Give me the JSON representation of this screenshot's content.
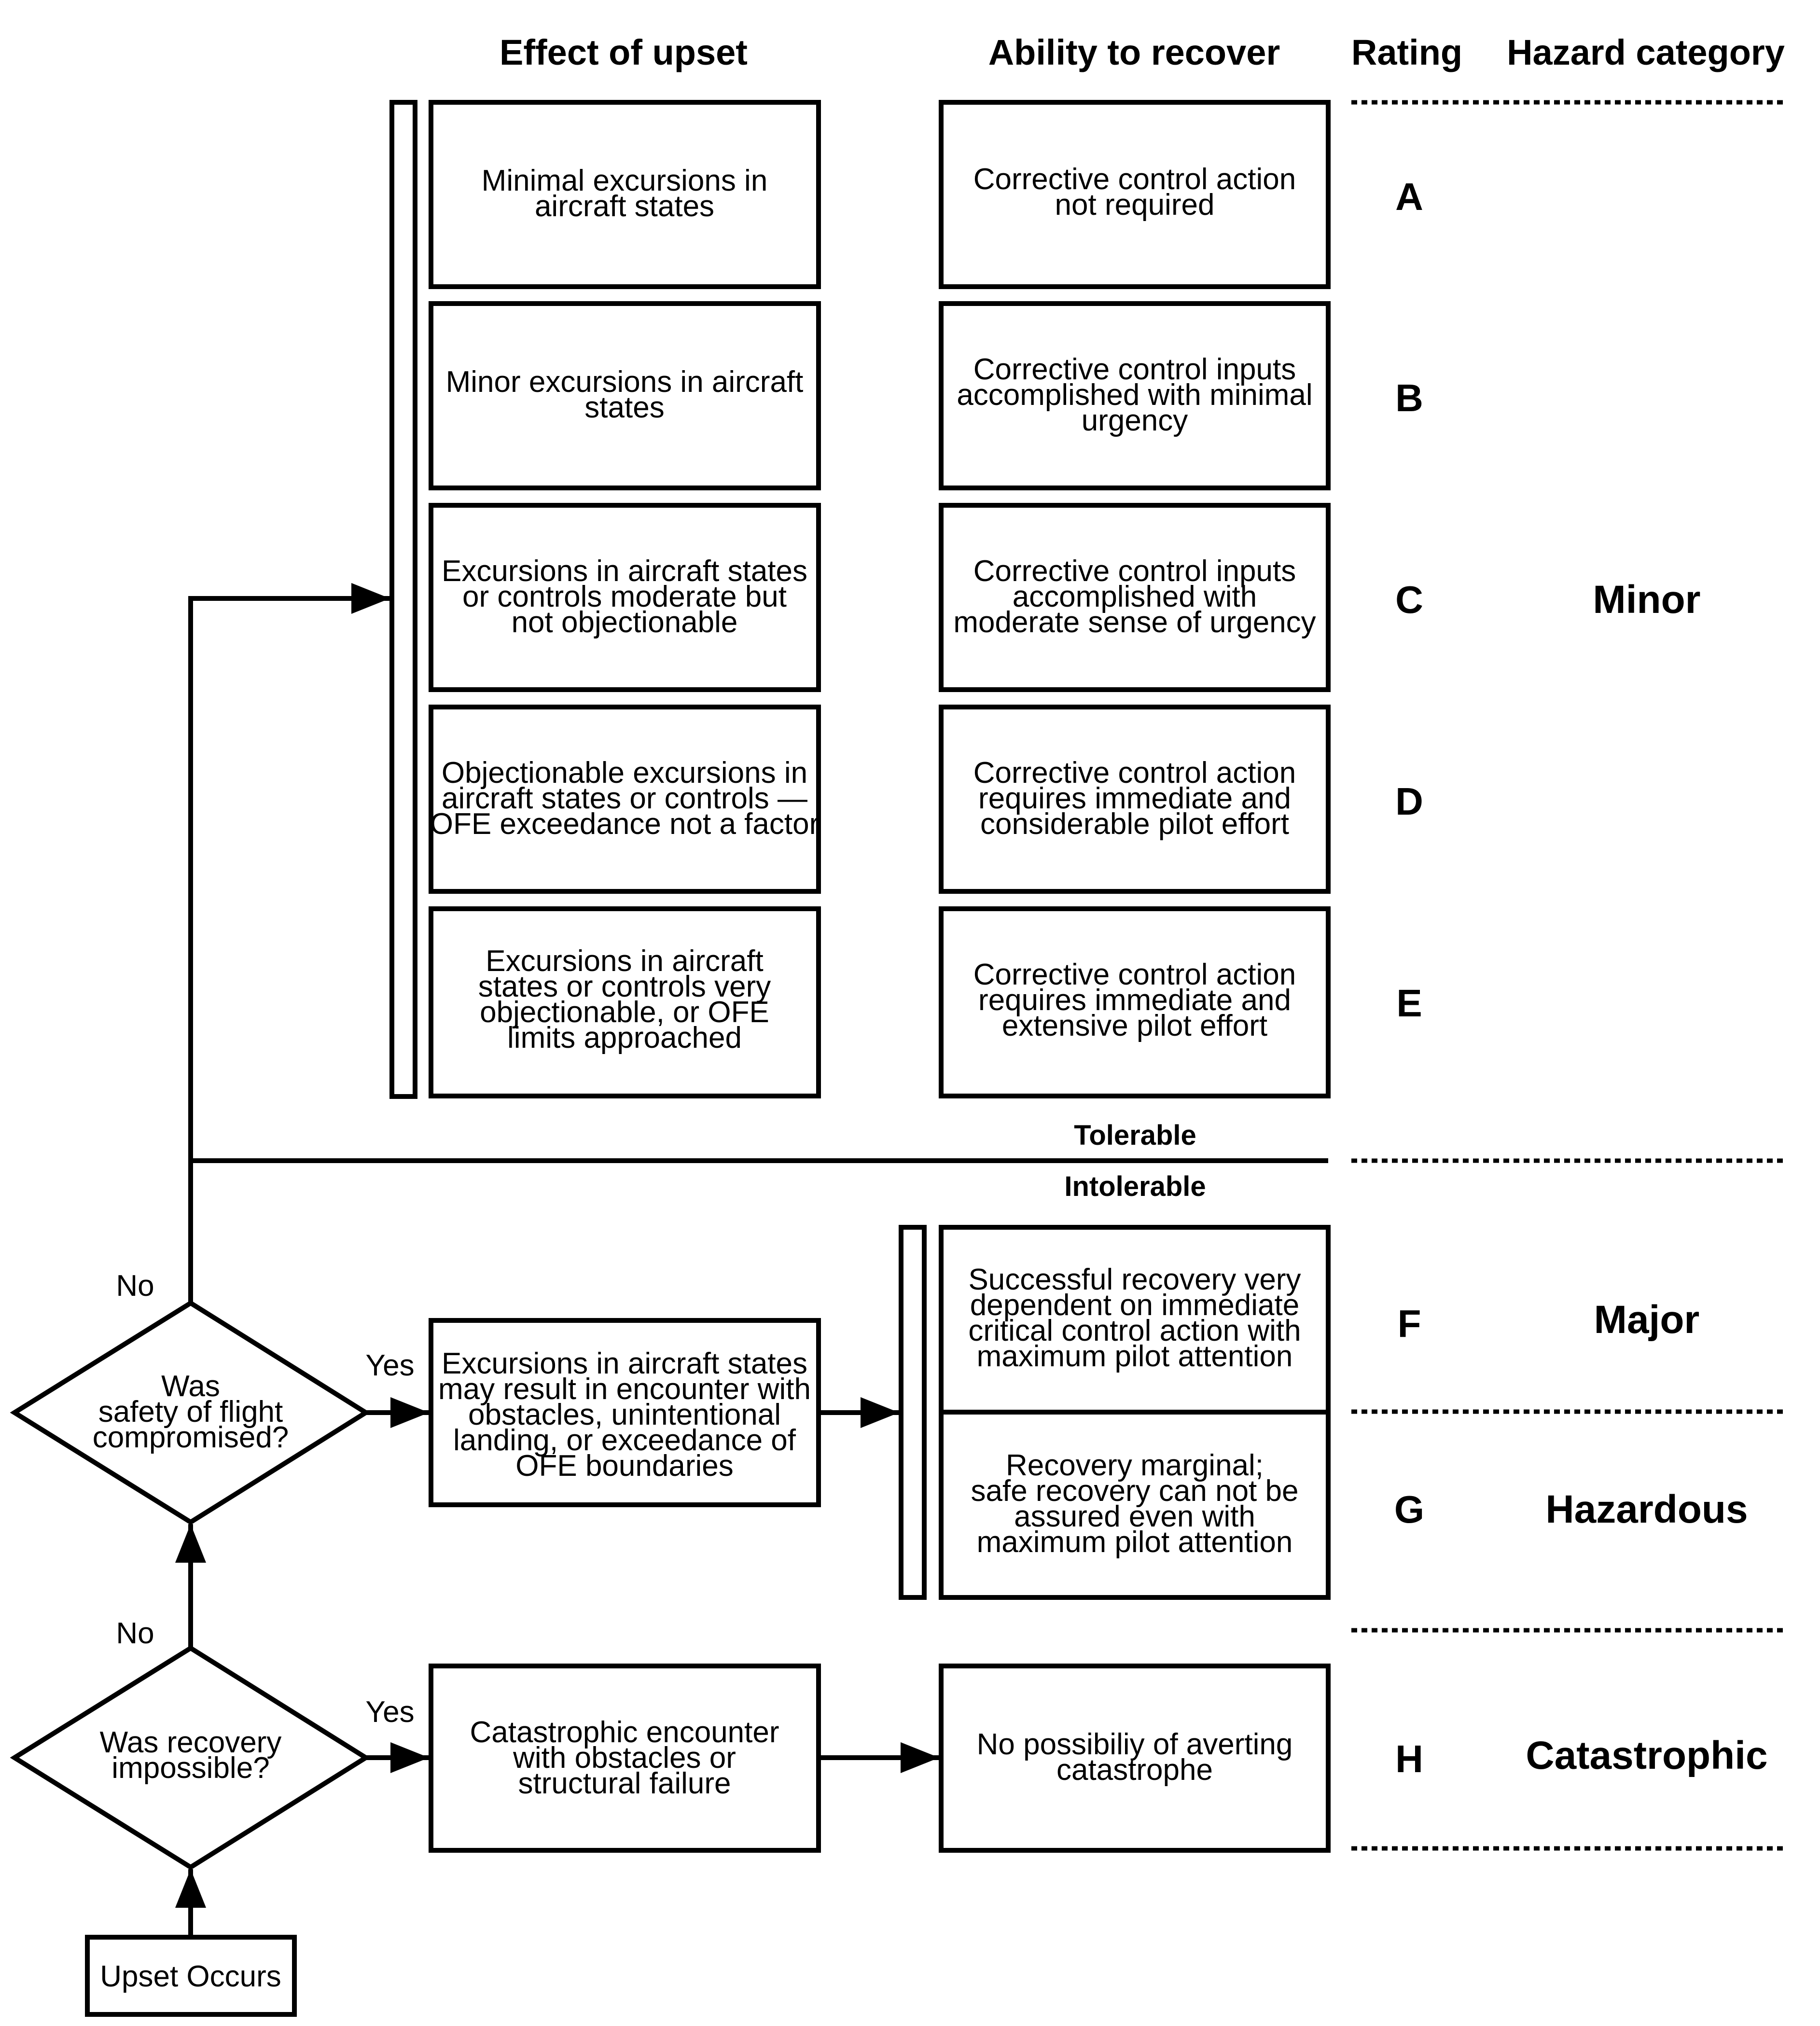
{
  "headers": {
    "effect": "Effect of upset",
    "recover": "Ability to recover",
    "rating": "Rating",
    "hazard": "Hazard category"
  },
  "effect_boxes": [
    [
      "Minimal excursions in",
      "aircraft states"
    ],
    [
      "Minor excursions in  aircraft",
      "states"
    ],
    [
      "Excursions in aircraft states",
      "or controls moderate but",
      "not objectionable"
    ],
    [
      "Objectionable excursions in",
      "aircraft states or controls —",
      "OFE exceedance not a factor"
    ],
    [
      "Excursions in aircraft",
      "states or controls very",
      "objectionable, or OFE",
      "limits approached"
    ]
  ],
  "recover_boxes": [
    [
      "Corrective control action",
      "not required"
    ],
    [
      "Corrective control inputs",
      "accomplished with minimal",
      "urgency"
    ],
    [
      "Corrective control inputs",
      "accomplished with",
      "moderate sense of urgency"
    ],
    [
      "Corrective control action",
      "requires immediate and",
      "considerable pilot effort"
    ],
    [
      "Corrective control action",
      "requires immediate and",
      "extensive pilot effort"
    ]
  ],
  "ratings": [
    "A",
    "B",
    "C",
    "D",
    "E",
    "F",
    "G",
    "H"
  ],
  "hazards": {
    "minor": "Minor",
    "major": "Major",
    "hazardous": "Hazardous",
    "catastrophic": "Catastrophic"
  },
  "divider": {
    "tolerable": "Tolerable",
    "intolerable": "Intolerable"
  },
  "safety_effect": [
    "Excursions in aircraft states",
    "may result in encounter with",
    "obstacles, unintentional",
    "landing, or exceedance of",
    "OFE boundaries"
  ],
  "recover_f": [
    "Successful recovery very",
    "dependent on immediate",
    "critical control action with",
    "maximum pilot attention"
  ],
  "recover_g": [
    "Recovery marginal;",
    "safe recovery can not be",
    "assured even with",
    "maximum pilot attention"
  ],
  "catastrophic_effect": [
    "Catastrophic encounter",
    "with obstacles or",
    "structural failure"
  ],
  "catastrophic_recover": [
    "No possibiliy of averting",
    "catastrophe"
  ],
  "decision_safety": [
    "Was",
    "safety of flight",
    "compromised?"
  ],
  "decision_recovery": [
    "Was recovery",
    "impossible?"
  ],
  "start": "Upset Occurs",
  "edges": {
    "no": "No",
    "yes": "Yes"
  }
}
